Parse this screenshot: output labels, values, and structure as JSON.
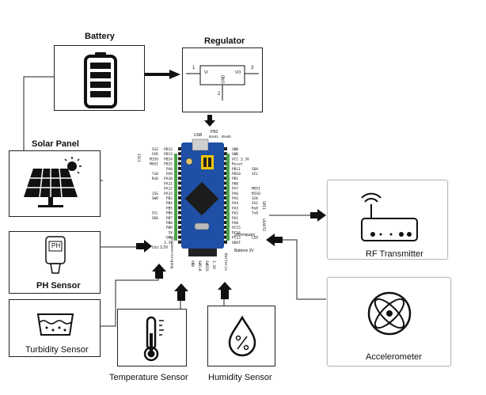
{
  "battery": {
    "label": "Battery"
  },
  "regulator": {
    "label": "Regulator",
    "pin_in": "1",
    "pin_out": "3",
    "pin_gnd": "2",
    "vi": "VI",
    "vo": "VO",
    "gnd": "GND"
  },
  "solar": {
    "label": "Solar Panel"
  },
  "ph": {
    "label": "PH Sensor",
    "probe_text": "PH"
  },
  "turbidity": {
    "label": "Turbidity Sensor"
  },
  "temperature": {
    "label": "Temperature Sensor"
  },
  "humidity": {
    "label": "Humidity Sensor"
  },
  "rf": {
    "label": "RF Transmitter"
  },
  "accel": {
    "label": "Accelerometer"
  },
  "board": {
    "top_labels": [
      "USB",
      "PB2",
      "Boot1",
      "Boot0"
    ],
    "left_pins": [
      "PB12",
      "PB13",
      "PB14",
      "PB15",
      "PA8",
      "PA9",
      "PA10",
      "PA11",
      "PA12",
      "PA15",
      "PB3",
      "PB4",
      "PB5",
      "PB6",
      "PB7",
      "PB8",
      "PB9",
      "5V",
      "GND",
      "3.3V"
    ],
    "left_funcs": [
      "SS2",
      "SCK",
      "MISO",
      "MOSI",
      "",
      "TxD",
      "RxD",
      "",
      "",
      "JSS",
      "SWO",
      "",
      "",
      "SCL",
      "SDA",
      "",
      "",
      "",
      "",
      ""
    ],
    "right_pins": [
      "GND",
      "GND",
      "VCC 3.3V",
      "Reset",
      "PB11",
      "PB10",
      "PB1",
      "PB0",
      "PA7",
      "PA6",
      "PA5",
      "PA4",
      "PA3",
      "PA2",
      "PA1",
      "PA0",
      "PC15",
      "PC14",
      "PC13",
      "VBAT"
    ],
    "right_funcs": [
      "",
      "",
      "",
      "",
      "SDA",
      "SCL",
      "",
      "",
      "MOSI",
      "MISO",
      "SCK",
      "SS1",
      "RxD",
      "TxD",
      "",
      "",
      "",
      "",
      "LED",
      "Batterie 3V"
    ],
    "bottom_labels": [
      "GND",
      "SWCLK",
      "SWDIO",
      "3.3V"
    ],
    "side_left": "I2C1",
    "side_right": "SPI1",
    "uart": "USART2",
    "bottom_left": "Ucc 3.3V",
    "bottom_right": "Uhrenquarz",
    "bottom_green": "Batterie 3V",
    "left_green": "Stromversorgung"
  }
}
